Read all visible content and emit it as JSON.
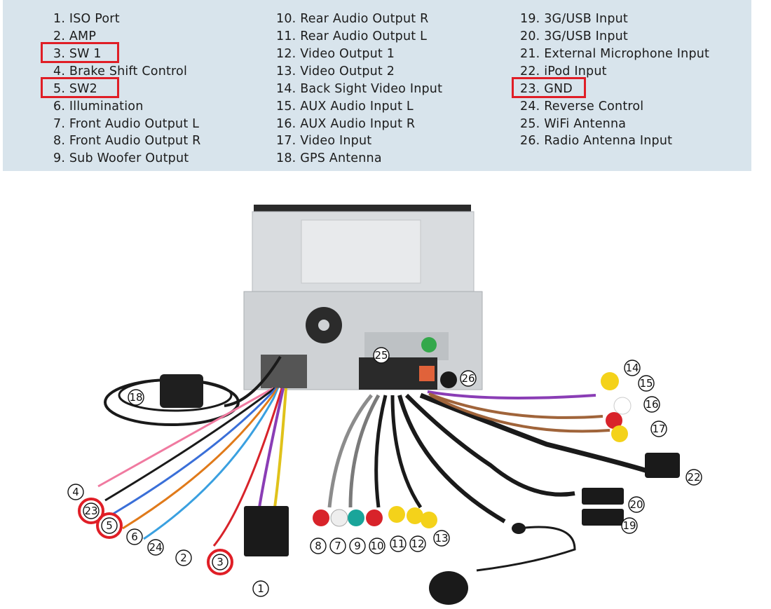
{
  "legend": [
    {
      "id": 1,
      "text": "1. ISO Port"
    },
    {
      "id": 2,
      "text": "2. AMP"
    },
    {
      "id": 3,
      "text": "3. SW 1",
      "highlighted": true
    },
    {
      "id": 4,
      "text": "4. Brake Shift Control"
    },
    {
      "id": 5,
      "text": "5. SW2",
      "highlighted": true
    },
    {
      "id": 6,
      "text": "6. Illumination"
    },
    {
      "id": 7,
      "text": "7. Front Audio Output L"
    },
    {
      "id": 8,
      "text": "8. Front Audio Output R"
    },
    {
      "id": 9,
      "text": "9. Sub Woofer Output"
    },
    {
      "id": 10,
      "text": "10. Rear Audio Output R"
    },
    {
      "id": 11,
      "text": "11. Rear Audio Output L"
    },
    {
      "id": 12,
      "text": "12. Video Output 1"
    },
    {
      "id": 13,
      "text": "13. Video Output 2"
    },
    {
      "id": 14,
      "text": "14. Back Sight Video Input"
    },
    {
      "id": 15,
      "text": "15. AUX Audio Input L"
    },
    {
      "id": 16,
      "text": "16. AUX Audio Input R"
    },
    {
      "id": 17,
      "text": "17. Video Input"
    },
    {
      "id": 18,
      "text": "18. GPS Antenna"
    },
    {
      "id": 19,
      "text": "19. 3G/USB Input"
    },
    {
      "id": 20,
      "text": "20. 3G/USB Input"
    },
    {
      "id": 21,
      "text": "21. External Microphone Input"
    },
    {
      "id": 22,
      "text": "22. iPod Input"
    },
    {
      "id": 23,
      "text": "23. GND",
      "highlighted": true
    },
    {
      "id": 24,
      "text": "24. Reverse Control"
    },
    {
      "id": 25,
      "text": "25. WiFi Antenna"
    },
    {
      "id": 26,
      "text": "26.  Radio Antenna Input"
    }
  ],
  "callouts": [
    {
      "label": "1"
    },
    {
      "label": "2"
    },
    {
      "label": "3",
      "highlighted": true
    },
    {
      "label": "4"
    },
    {
      "label": "5",
      "highlighted": true
    },
    {
      "label": "6"
    },
    {
      "label": "7"
    },
    {
      "label": "8"
    },
    {
      "label": "9"
    },
    {
      "label": "10"
    },
    {
      "label": "11"
    },
    {
      "label": "12"
    },
    {
      "label": "13"
    },
    {
      "label": "14"
    },
    {
      "label": "15"
    },
    {
      "label": "16"
    },
    {
      "label": "17"
    },
    {
      "label": "18"
    },
    {
      "label": "19"
    },
    {
      "label": "20"
    },
    {
      "label": "22"
    },
    {
      "label": "23",
      "highlighted": true
    },
    {
      "label": "24"
    },
    {
      "label": "25"
    },
    {
      "label": "26"
    }
  ],
  "colors": {
    "legend_bg": "#d8e4ec",
    "highlight": "#e01e26",
    "rca_red": "#d8232a",
    "rca_white": "#eeeeee",
    "rca_green": "#1aa59a",
    "rca_yellow": "#f4d21a",
    "cable_black": "#1a1a1a",
    "wire_purple": "#8a3db5",
    "wire_brown": "#a0643a"
  }
}
